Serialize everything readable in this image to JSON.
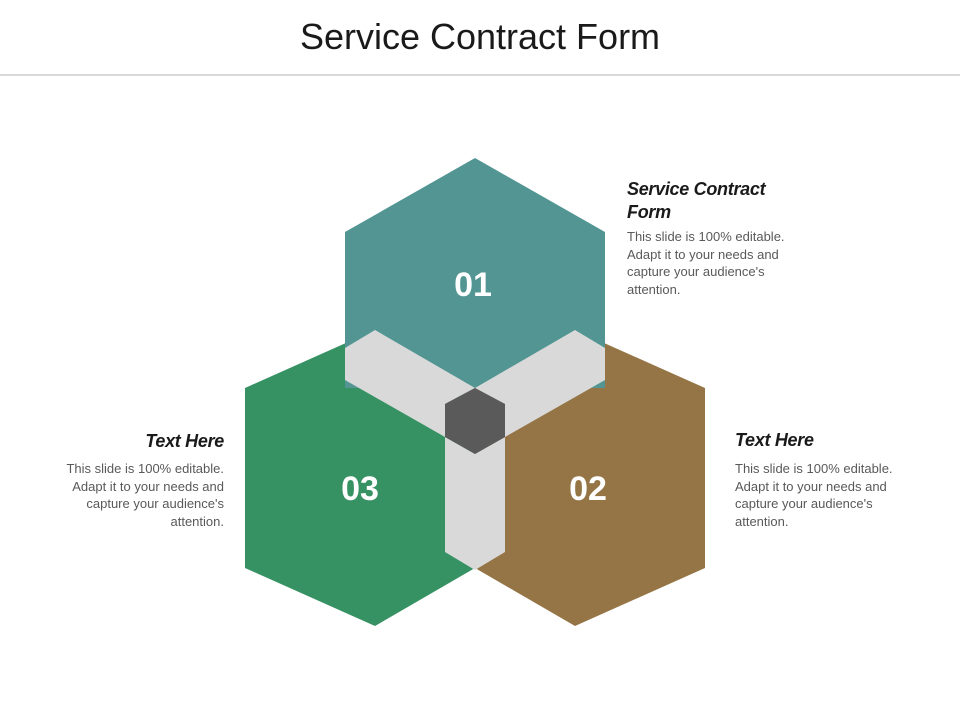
{
  "title": "Service Contract Form",
  "colors": {
    "hex_01": "#529593",
    "hex_02": "#957545",
    "hex_03": "#379263",
    "connector": "#d9d9d9",
    "center": "#5a5a5a"
  },
  "hexagons": [
    {
      "id": "01",
      "label": "01"
    },
    {
      "id": "02",
      "label": "02"
    },
    {
      "id": "03",
      "label": "03"
    }
  ],
  "callouts": [
    {
      "heading": "Service Contract Form",
      "body": "This slide is 100% editable. Adapt it to your needs and capture your audience's attention."
    },
    {
      "heading": "Text Here",
      "body": "This slide is 100% editable. Adapt it to your needs and capture your audience's attention."
    },
    {
      "heading": "Text Here",
      "body": "This slide is 100% editable. Adapt it to your needs and capture your audience's attention."
    }
  ]
}
